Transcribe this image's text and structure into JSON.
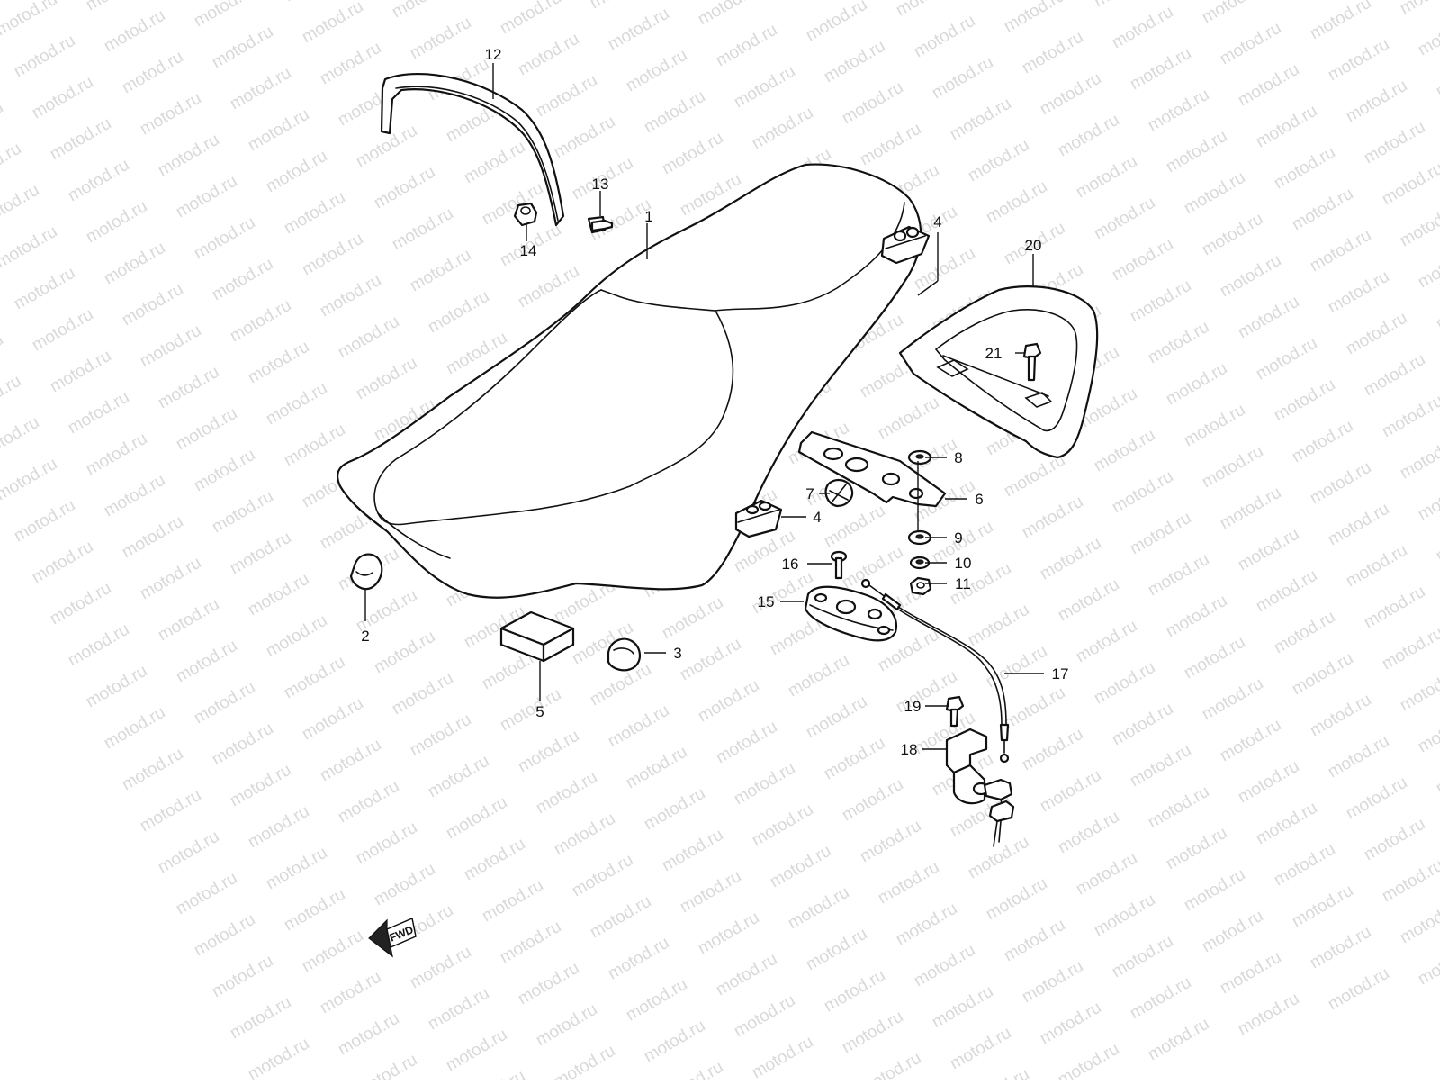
{
  "watermark": {
    "text": "motod.ru"
  },
  "colors": {
    "background": "#ffffff",
    "line": "#111111",
    "watermark": "#d9d9d9"
  },
  "labels": {
    "p1": "1",
    "p2": "2",
    "p3": "3",
    "p4a": "4",
    "p4b": "4",
    "p5": "5",
    "p6": "6",
    "p7": "7",
    "p8": "8",
    "p9": "9",
    "p10": "10",
    "p11": "11",
    "p12": "12",
    "p13": "13",
    "p14": "14",
    "p15": "15",
    "p16": "16",
    "p17": "17",
    "p18": "18",
    "p19": "19",
    "p20": "20",
    "p21": "21"
  },
  "fwd_arrow": {
    "text": "FWD"
  }
}
